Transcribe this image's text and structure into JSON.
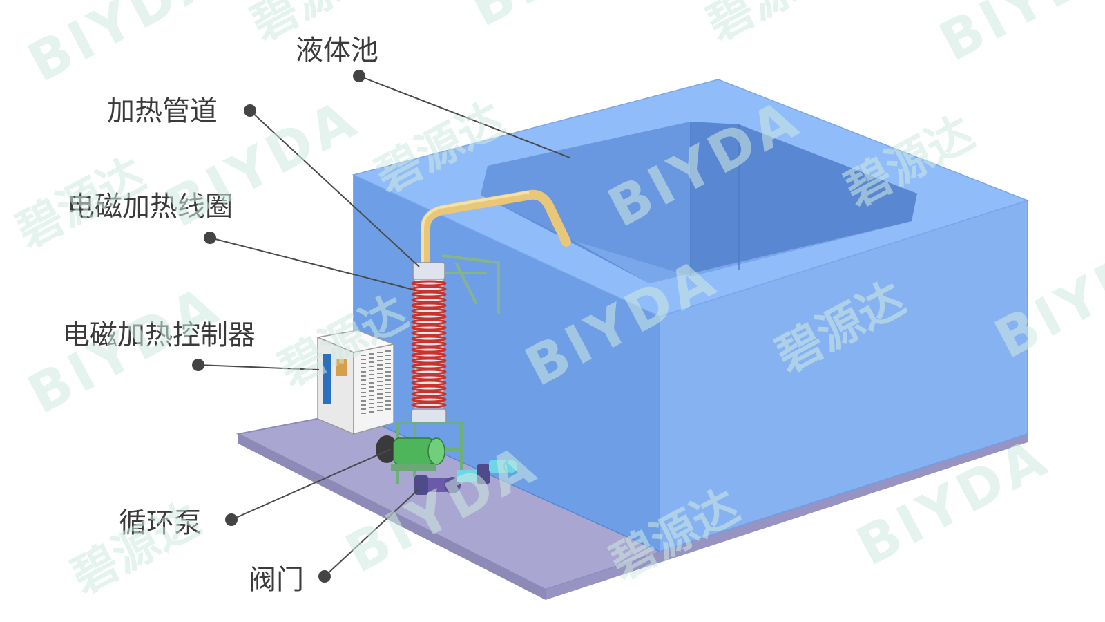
{
  "labels": {
    "tank": "液体池",
    "pipe": "加热管道",
    "coil": "电磁加热线圈",
    "controller": "电磁加热控制器",
    "pump": "循环泵",
    "valve": "阀门"
  },
  "watermark": {
    "latin": "BIYDA",
    "chinese": "碧源达"
  },
  "colors": {
    "tank_front": "#86b2f2",
    "tank_side": "#6d9ee6",
    "tank_top": "#90bcfa",
    "tank_inner_wall": "#5f8fd8",
    "tank_inner_floor": "#7aa6ea",
    "base_plate": "#a9a6d2",
    "heating_pipe": "#e8c878",
    "coil_red": "#c8342c",
    "frame_green": "#8fd09a",
    "pump_green": "#4fb55a",
    "valve_purple": "#6a5aa8",
    "outlet_cyan": "#6fd6e8",
    "controller_body": "#f2f2f2",
    "controller_panel": "#2d6fbf",
    "watermark": "#cfeae0"
  },
  "icons": {
    "callout_marker": "filled-circle"
  }
}
